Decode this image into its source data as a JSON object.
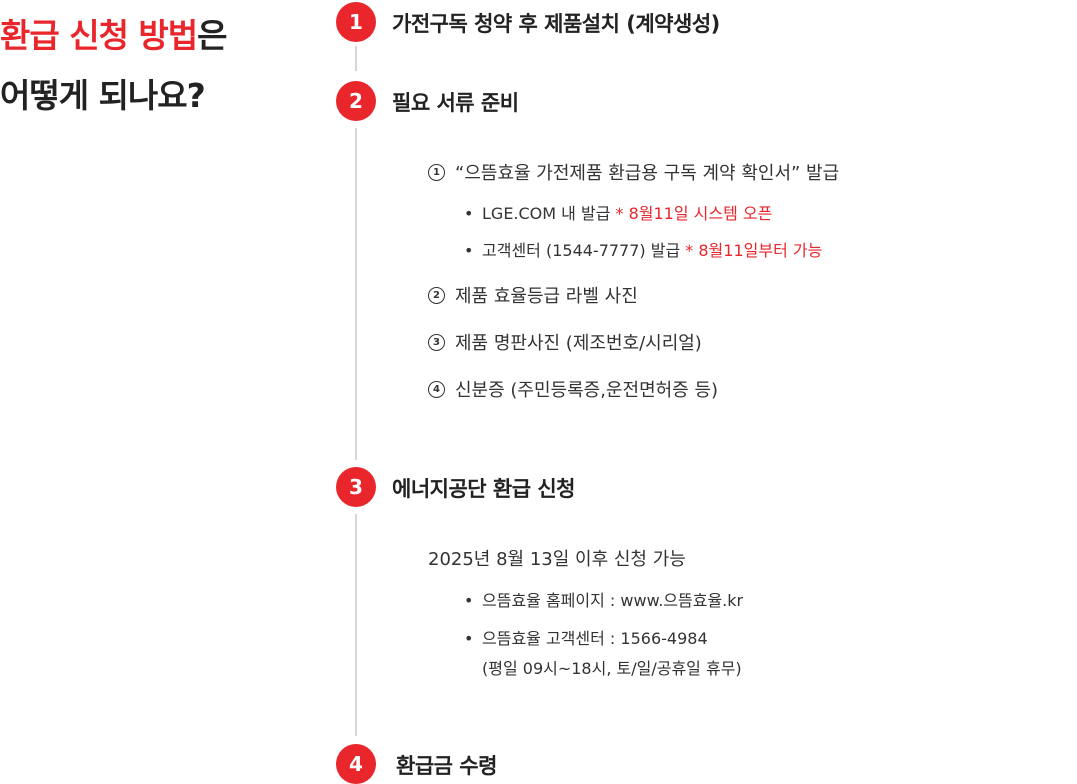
{
  "heading": {
    "line1_accent": "환급 신청 방법",
    "line1_rest": "은",
    "line2": "어떻게 되나요?"
  },
  "steps": [
    {
      "number": "1",
      "title": "가전구독 청약 후 제품설치 (계약생성)"
    },
    {
      "number": "2",
      "title": "필요 서류 준비"
    },
    {
      "number": "3",
      "title": "에너지공단 환급 신청"
    },
    {
      "number": "4",
      "title": "환급금 수령"
    }
  ],
  "documents": [
    {
      "marker": "1",
      "text": "“으뜸효율 가전제품 환급용 구독 계약 확인서” 발급",
      "sub": [
        {
          "text": "LGE.COM 내 발급",
          "note": "* 8월11일 시스템 오픈"
        },
        {
          "text": "고객센터 (1544-7777) 발급",
          "note": "* 8월11일부터 가능"
        }
      ]
    },
    {
      "marker": "2",
      "text": "제품 효율등급 라벨 사진"
    },
    {
      "marker": "3",
      "text": "제품 명판사진 (제조번호/시리얼)"
    },
    {
      "marker": "4",
      "text": "신분증 (주민등록증,운전면허증 등)"
    }
  ],
  "apply": {
    "date_text": "2025년 8월 13일 이후 신청 가능",
    "channels": [
      "으뜸효율 홈페이지 : www.으뜸효율.kr",
      "으뜸효율 고객센터 : 1566-4984"
    ],
    "hours": "(평일 09시~18시, 토/일/공휴일 휴무)"
  }
}
